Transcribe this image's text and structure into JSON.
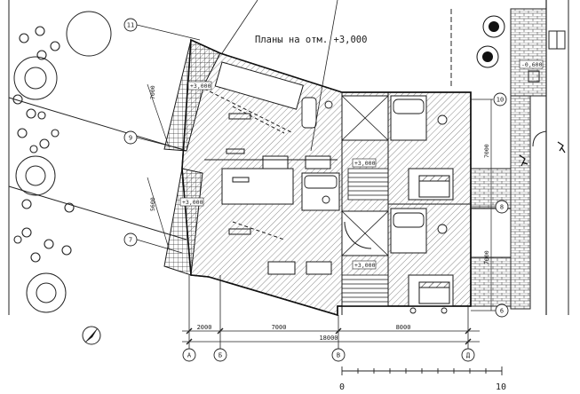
{
  "title": "Планы на отм. +3,000",
  "level_marks": {
    "left_upper": "+3,000",
    "left_lower": "+3,000",
    "mid_upper": "+3,000",
    "mid_lower": "+3,000",
    "right_outer": "-0,600"
  },
  "grid_axes": {
    "vertical": [
      "А",
      "Б",
      "В",
      "Д"
    ],
    "horizontal": [
      "11",
      "10",
      "9",
      "8",
      "7",
      "6"
    ]
  },
  "dimensions": {
    "segments": [
      "2000",
      "7000",
      "8000"
    ],
    "total": "18000",
    "right_upper": "7000",
    "right_lower": "7000",
    "left_upper": "7000",
    "left_lower": "5600"
  },
  "scale_bar": {
    "start": "0",
    "end": "10"
  },
  "colors": {
    "ink": "#1a1a1a",
    "hatch": "#4d4d4d",
    "paper": "#ffffff"
  }
}
